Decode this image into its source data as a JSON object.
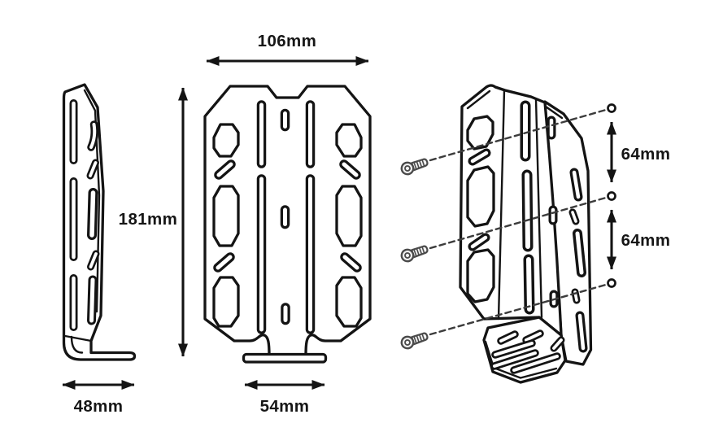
{
  "diagram": {
    "front_view": {
      "width_label": "106mm",
      "height_label": "181mm",
      "base_label": "54mm"
    },
    "side_view": {
      "depth_label": "48mm"
    },
    "iso_view": {
      "spacing_upper_label": "64mm",
      "spacing_lower_label": "64mm"
    },
    "colors": {
      "line": "#141414",
      "screw_line": "#4a4a4a",
      "background": "#ffffff"
    }
  }
}
